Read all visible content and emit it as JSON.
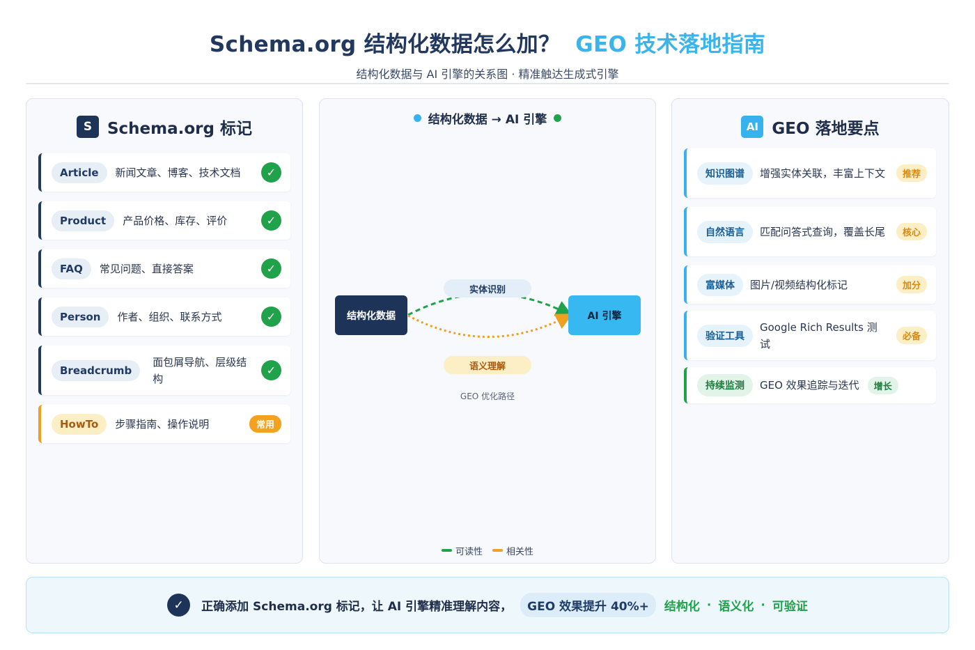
{
  "header": {
    "title_main": "Schema.org 结构化数据怎么加？",
    "title_accent": "GEO 技术落地指南",
    "subtitle": "结构化数据与 AI 引擎的关系图 · 精准触达生成式引擎"
  },
  "left_panel": {
    "icon_letter": "S",
    "title": "Schema.org 标记",
    "items": [
      {
        "tag": "Article",
        "desc": "新闻文章、博客、技术文档",
        "status": "✓"
      },
      {
        "tag": "Product",
        "desc": "产品价格、库存、评价",
        "status": "✓"
      },
      {
        "tag": "FAQ",
        "desc": "常见问题、直接答案",
        "status": "✓"
      },
      {
        "tag": "Person",
        "desc": "作者、组织、联系方式",
        "status": "✓"
      },
      {
        "tag": "Breadcrumb",
        "desc": "面包屑导航、层级结构",
        "status": "✓"
      },
      {
        "tag": "HowTo",
        "desc": "步骤指南、操作说明",
        "status": "常用"
      }
    ]
  },
  "middle_panel": {
    "title": "结构化数据 → AI 引擎",
    "source_node": "结构化数据",
    "target_node": "AI 引擎",
    "edge_top_label": "实体识别",
    "edge_bottom_label": "语义理解",
    "caption": "GEO 优化路径",
    "legend": [
      {
        "label": "可读性",
        "color": "#1fa24a"
      },
      {
        "label": "相关性",
        "color": "#f0a020"
      }
    ]
  },
  "right_panel": {
    "icon_letter": "AI",
    "title": "GEO 落地要点",
    "items": [
      {
        "tag": "知识图谱",
        "desc": "增强实体关联，丰富上下文",
        "badge": "推荐"
      },
      {
        "tag": "自然语言",
        "desc": "匹配问答式查询，覆盖长尾",
        "badge": "核心"
      },
      {
        "tag": "富媒体",
        "desc": "图片/视频结构化标记",
        "badge": "加分"
      },
      {
        "tag": "验证工具",
        "desc": "Google Rich Results 测试",
        "badge": "必备"
      },
      {
        "tag": "持续监测",
        "desc": "GEO 效果追踪与迭代",
        "badge": "增长"
      }
    ]
  },
  "footer": {
    "check": "✓",
    "text": "正确添加 Schema.org 标记，让 AI 引擎精准理解内容，",
    "highlight": "GEO 效果提升 40%+",
    "keywords": [
      "结构化",
      "语义化",
      "可验证"
    ],
    "separator": "·"
  },
  "colors": {
    "navy": "#1e3358",
    "sky": "#38b2ee",
    "green": "#1fa24a",
    "orange": "#f0a020"
  }
}
